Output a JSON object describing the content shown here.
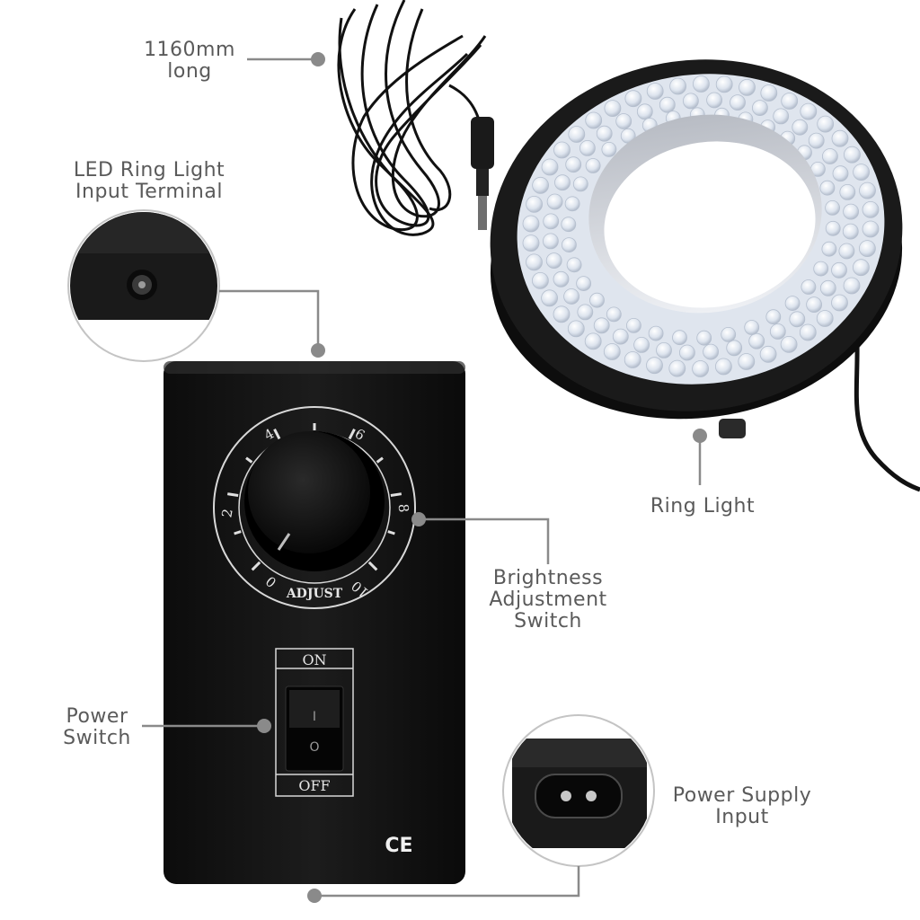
{
  "callouts": {
    "cable_length": {
      "line1": "1160mm",
      "line2": "long"
    },
    "input_terminal": {
      "line1": "LED Ring Light",
      "line2": "Input Terminal"
    },
    "ring_light": {
      "text": "Ring Light"
    },
    "brightness": {
      "line1": "Brightness",
      "line2": "Adjustment",
      "line3": "Switch"
    },
    "power_switch": {
      "line1": "Power",
      "line2": "Switch"
    },
    "power_supply": {
      "line1": "Power Supply",
      "line2": "Input"
    }
  },
  "control_box": {
    "dial_numbers": [
      "0",
      "2",
      "4",
      "6",
      "8",
      "10"
    ],
    "dial_label": "ADJUST",
    "switch_on_label": "ON",
    "switch_off_label": "OFF",
    "switch_i_mark": "I",
    "switch_o_mark": "O",
    "ce_mark": "CE"
  },
  "colors": {
    "callout_line": "#8a8a8a",
    "callout_text": "#5a5a5a",
    "device_body": "#151515",
    "led_glow": "#eef2f8"
  }
}
